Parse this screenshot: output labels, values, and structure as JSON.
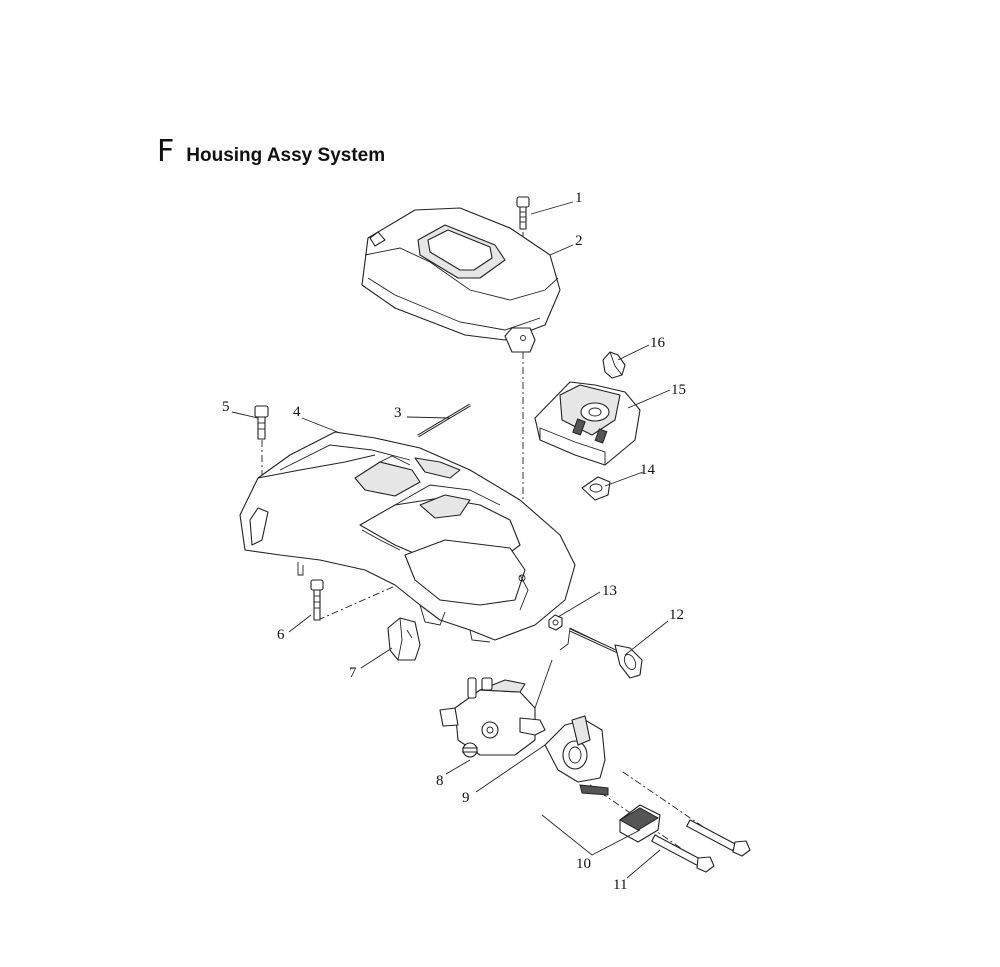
{
  "header": {
    "letter": "F",
    "title": "Housing Assy System"
  },
  "callouts": [
    "1",
    "2",
    "3",
    "4",
    "5",
    "6",
    "7",
    "8",
    "9",
    "10",
    "11",
    "12",
    "13",
    "14",
    "15",
    "16"
  ]
}
